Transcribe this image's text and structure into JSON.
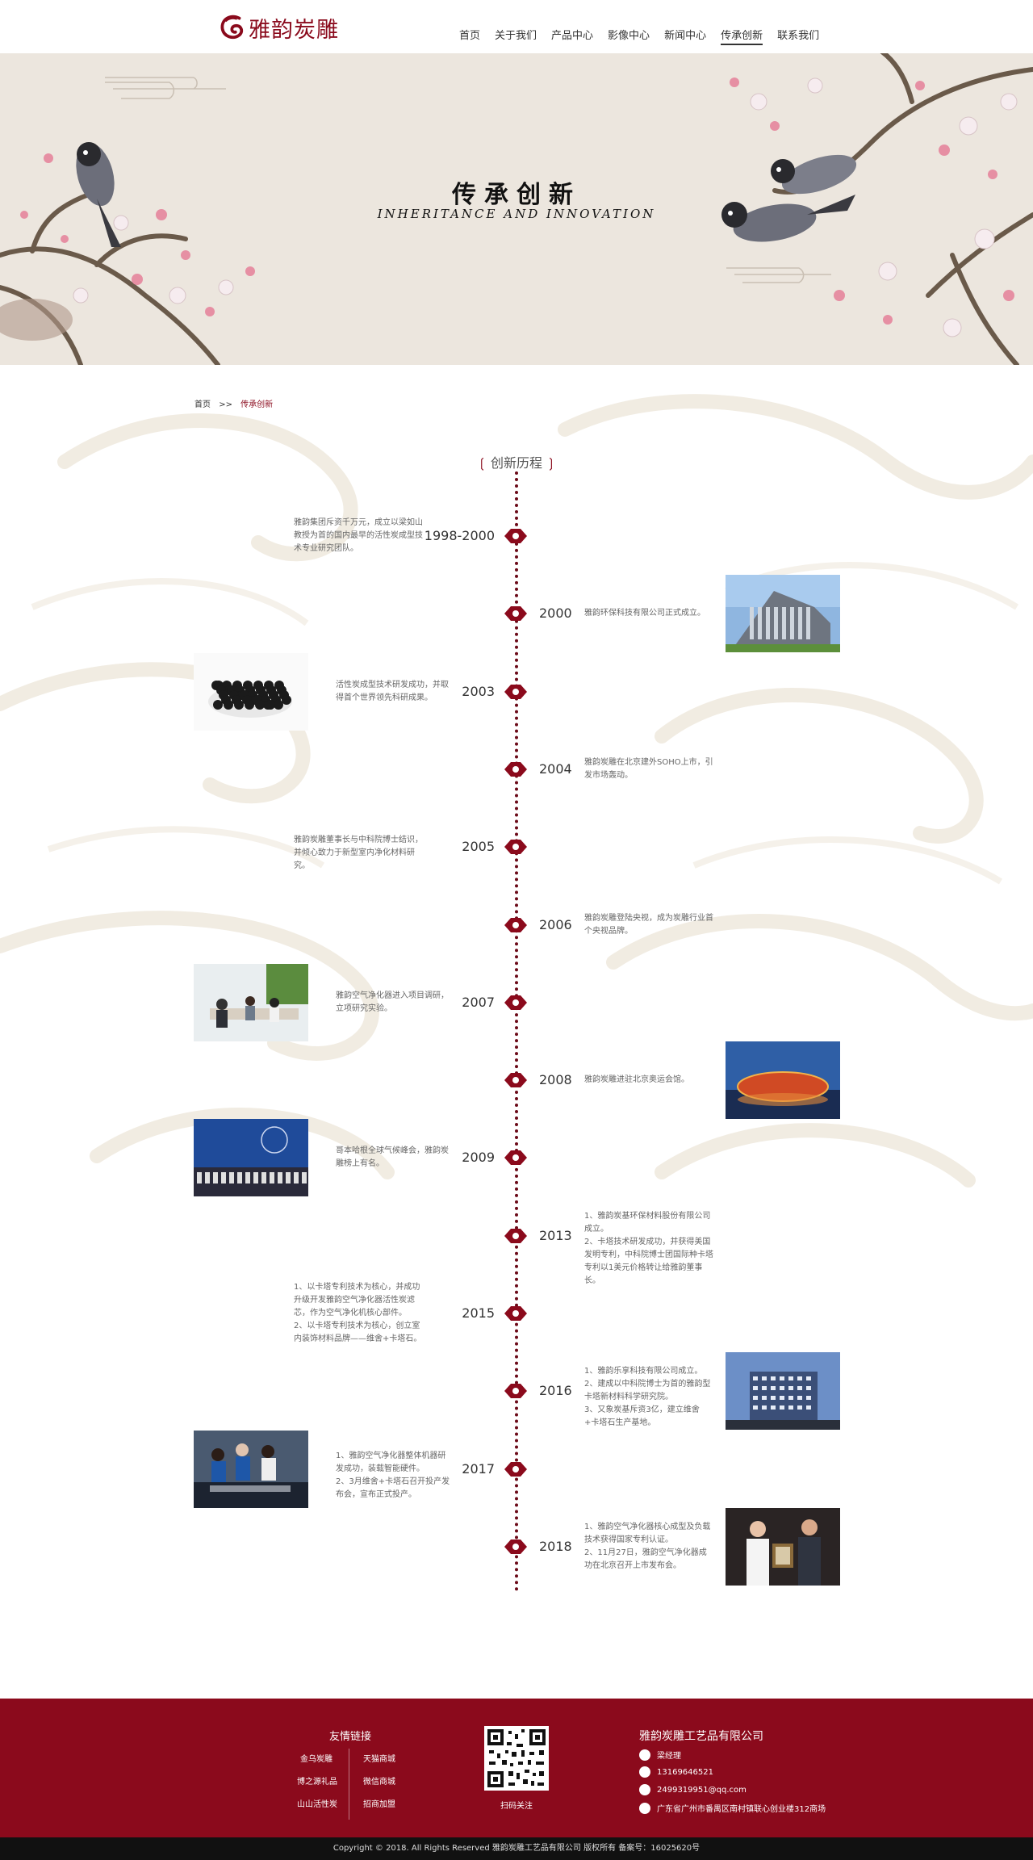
{
  "header": {
    "logo_text": "雅韵炭雕",
    "nav": [
      "首页",
      "关于我们",
      "产品中心",
      "影像中心",
      "新闻中心",
      "传承创新",
      "联系我们"
    ],
    "active_nav": "传承创新"
  },
  "banner": {
    "title": "传承创新",
    "subtitle": "INHERITANCE AND INNOVATION"
  },
  "breadcrumb": {
    "home": "首页",
    "sep": ">>",
    "current": "传承创新"
  },
  "section_title": "创新历程",
  "timeline": [
    {
      "year": "1998-2000",
      "side": "left",
      "desc": "雅韵集团斥资千万元，成立以梁如山教授为首的国内最早的活性炭成型技术专业研究团队。",
      "photo": ""
    },
    {
      "year": "2000",
      "side": "right",
      "desc": "雅韵环保科技有限公司正式成立。",
      "photo": "building"
    },
    {
      "year": "2003",
      "side": "left",
      "desc": "活性炭成型技术研发成功，并取得首个世界领先科研成果。",
      "photo": "charcoal"
    },
    {
      "year": "2004",
      "side": "right",
      "desc": "雅韵炭雕在北京建外SOHO上市，引发市场轰动。",
      "photo": ""
    },
    {
      "year": "2005",
      "side": "left",
      "desc": "雅韵炭雕董事长与中科院博士结识，并倾心致力于新型室内净化材料研究。",
      "photo": ""
    },
    {
      "year": "2006",
      "side": "right",
      "desc": "雅韵炭雕登陆央视，成为炭雕行业首个央视品牌。",
      "photo": ""
    },
    {
      "year": "2007",
      "side": "left",
      "desc": "雅韵空气净化器进入项目调研，立项研究实验。",
      "photo": "meeting"
    },
    {
      "year": "2008",
      "side": "right",
      "desc": "雅韵炭雕进驻北京奥运会馆。",
      "photo": "stadium"
    },
    {
      "year": "2009",
      "side": "left",
      "desc": "哥本哈根全球气候峰会，雅韵炭雕榜上有名。",
      "photo": "summit"
    },
    {
      "year": "2013",
      "side": "right",
      "desc": "1、雅韵炭基环保材料股份有限公司成立。\n2、卡塔技术研发成功，并获得美国发明专利，中科院博士团国际种卡塔专利以1美元价格转让给雅韵董事长。",
      "photo": ""
    },
    {
      "year": "2015",
      "side": "left",
      "desc": "1、以卡塔专利技术为核心，并成功升级开发雅韵空气净化器活性炭滤芯，作为空气净化机核心部件。\n2、以卡塔专利技术为核心，创立室内装饰材料品牌——维舍+卡塔石。",
      "photo": ""
    },
    {
      "year": "2016",
      "side": "right",
      "desc": "1、雅韵乐享科技有限公司成立。\n2、建成以中科院博士为首的雅韵型卡塔新材料科学研究院。\n3、又象炭基斥资3亿，建立维舍+卡塔石生产基地。",
      "photo": "hotel"
    },
    {
      "year": "2017",
      "side": "left",
      "desc": "1、雅韵空气净化器整体机器研发成功，装载智能硬件。\n2、3月维舍+卡塔石召开投产发布会，宣布正式投产。",
      "photo": "lab"
    },
    {
      "year": "2018",
      "side": "right",
      "desc": "1、雅韵空气净化器核心成型及负载技术获得国家专利认证。\n2、11月27日，雅韵空气净化器成功在北京召开上市发布会。",
      "photo": "award"
    }
  ],
  "footer": {
    "friendly_links_title": "友情链接",
    "links_left": [
      "金乌炭雕",
      "博之源礼品",
      "山山活性炭"
    ],
    "links_right": [
      "天猫商城",
      "微信商城",
      "招商加盟"
    ],
    "qr_label": "扫码关注",
    "company": "雅韵炭雕工艺品有限公司",
    "contact_name": "梁经理",
    "phone": "13169646521",
    "email": "2499319951@qq.com",
    "address": "广东省广州市番禺区南村镇联心创业楼312商场"
  },
  "copyright": "Copyright © 2018. All Rights Reserved 雅韵炭雕工艺品有限公司 版权所有 备案号：16025620号",
  "colors": {
    "brand": "#8b0a1c",
    "dark": "#111111"
  }
}
